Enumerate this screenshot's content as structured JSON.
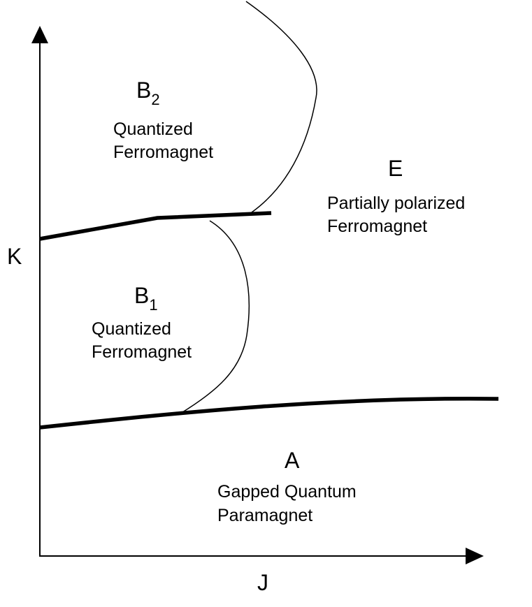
{
  "axes": {
    "x_label": "J",
    "y_label": "K"
  },
  "phases": {
    "B2": {
      "letter": "B",
      "subscript": "2",
      "line1": "Quantized",
      "line2": "Ferromagnet"
    },
    "B1": {
      "letter": "B",
      "subscript": "1",
      "line1": "Quantized",
      "line2": "Ferromagnet"
    },
    "E": {
      "letter": "E",
      "line1": "Partially polarized",
      "line2": "Ferromagnet"
    },
    "A": {
      "letter": "A",
      "line1": "Gapped Quantum",
      "line2": "Paramagnet"
    }
  },
  "colors": {
    "ink": "#000000",
    "background": "#ffffff"
  }
}
